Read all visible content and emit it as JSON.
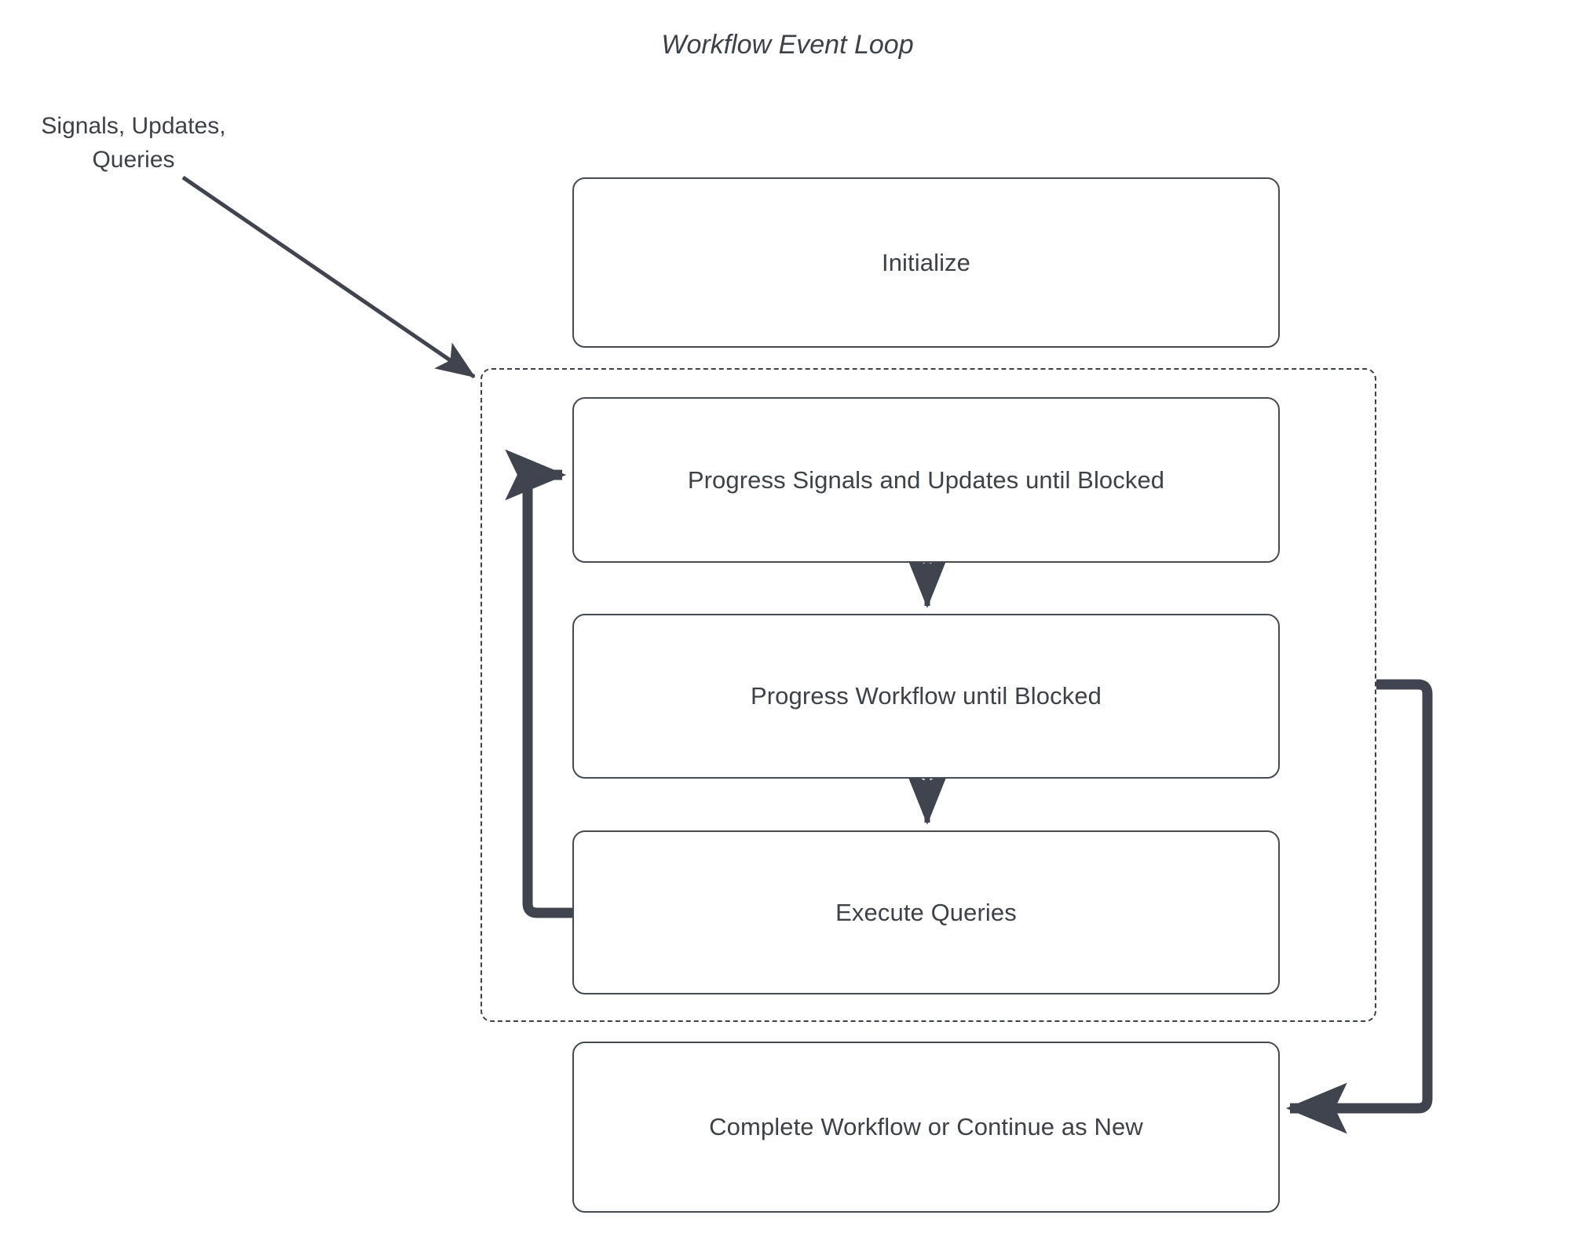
{
  "diagram": {
    "title": "Workflow Event Loop",
    "external_label": "Signals, Updates,\nQueries",
    "colors": {
      "stroke": "#454a54",
      "arrow": "#3f444f",
      "text": "#3d4149",
      "background": "#ffffff",
      "dashed_border": "#3d4149"
    },
    "nodes": [
      {
        "id": "initialize",
        "label": "Initialize"
      },
      {
        "id": "progress-signals",
        "label": "Progress Signals and Updates until Blocked"
      },
      {
        "id": "progress-workflow",
        "label": "Progress Workflow until Blocked"
      },
      {
        "id": "execute-queries",
        "label": "Execute Queries"
      },
      {
        "id": "complete-workflow",
        "label": "Complete Workflow or Continue as New"
      }
    ],
    "edges": [
      {
        "id": "signals-into-loop",
        "from": "Signals, Updates, Queries",
        "to": "event-loop-container",
        "style": "solid-diagonal-arrow"
      },
      {
        "id": "signals-to-workflow",
        "from": "Progress Signals and Updates until Blocked",
        "to": "Progress Workflow until Blocked",
        "style": "solid-down-arrow"
      },
      {
        "id": "workflow-to-queries",
        "from": "Progress Workflow until Blocked",
        "to": "Execute Queries",
        "style": "solid-down-arrow"
      },
      {
        "id": "queries-loop-back",
        "from": "Execute Queries",
        "to": "Progress Signals and Updates until Blocked",
        "style": "thick-loop-back-arrow"
      },
      {
        "id": "loop-to-complete",
        "from": "event-loop-container",
        "to": "Complete Workflow or Continue as New",
        "style": "thick-right-down-left-arrow"
      }
    ],
    "container": {
      "id": "event-loop-container",
      "style": "dashed"
    }
  }
}
